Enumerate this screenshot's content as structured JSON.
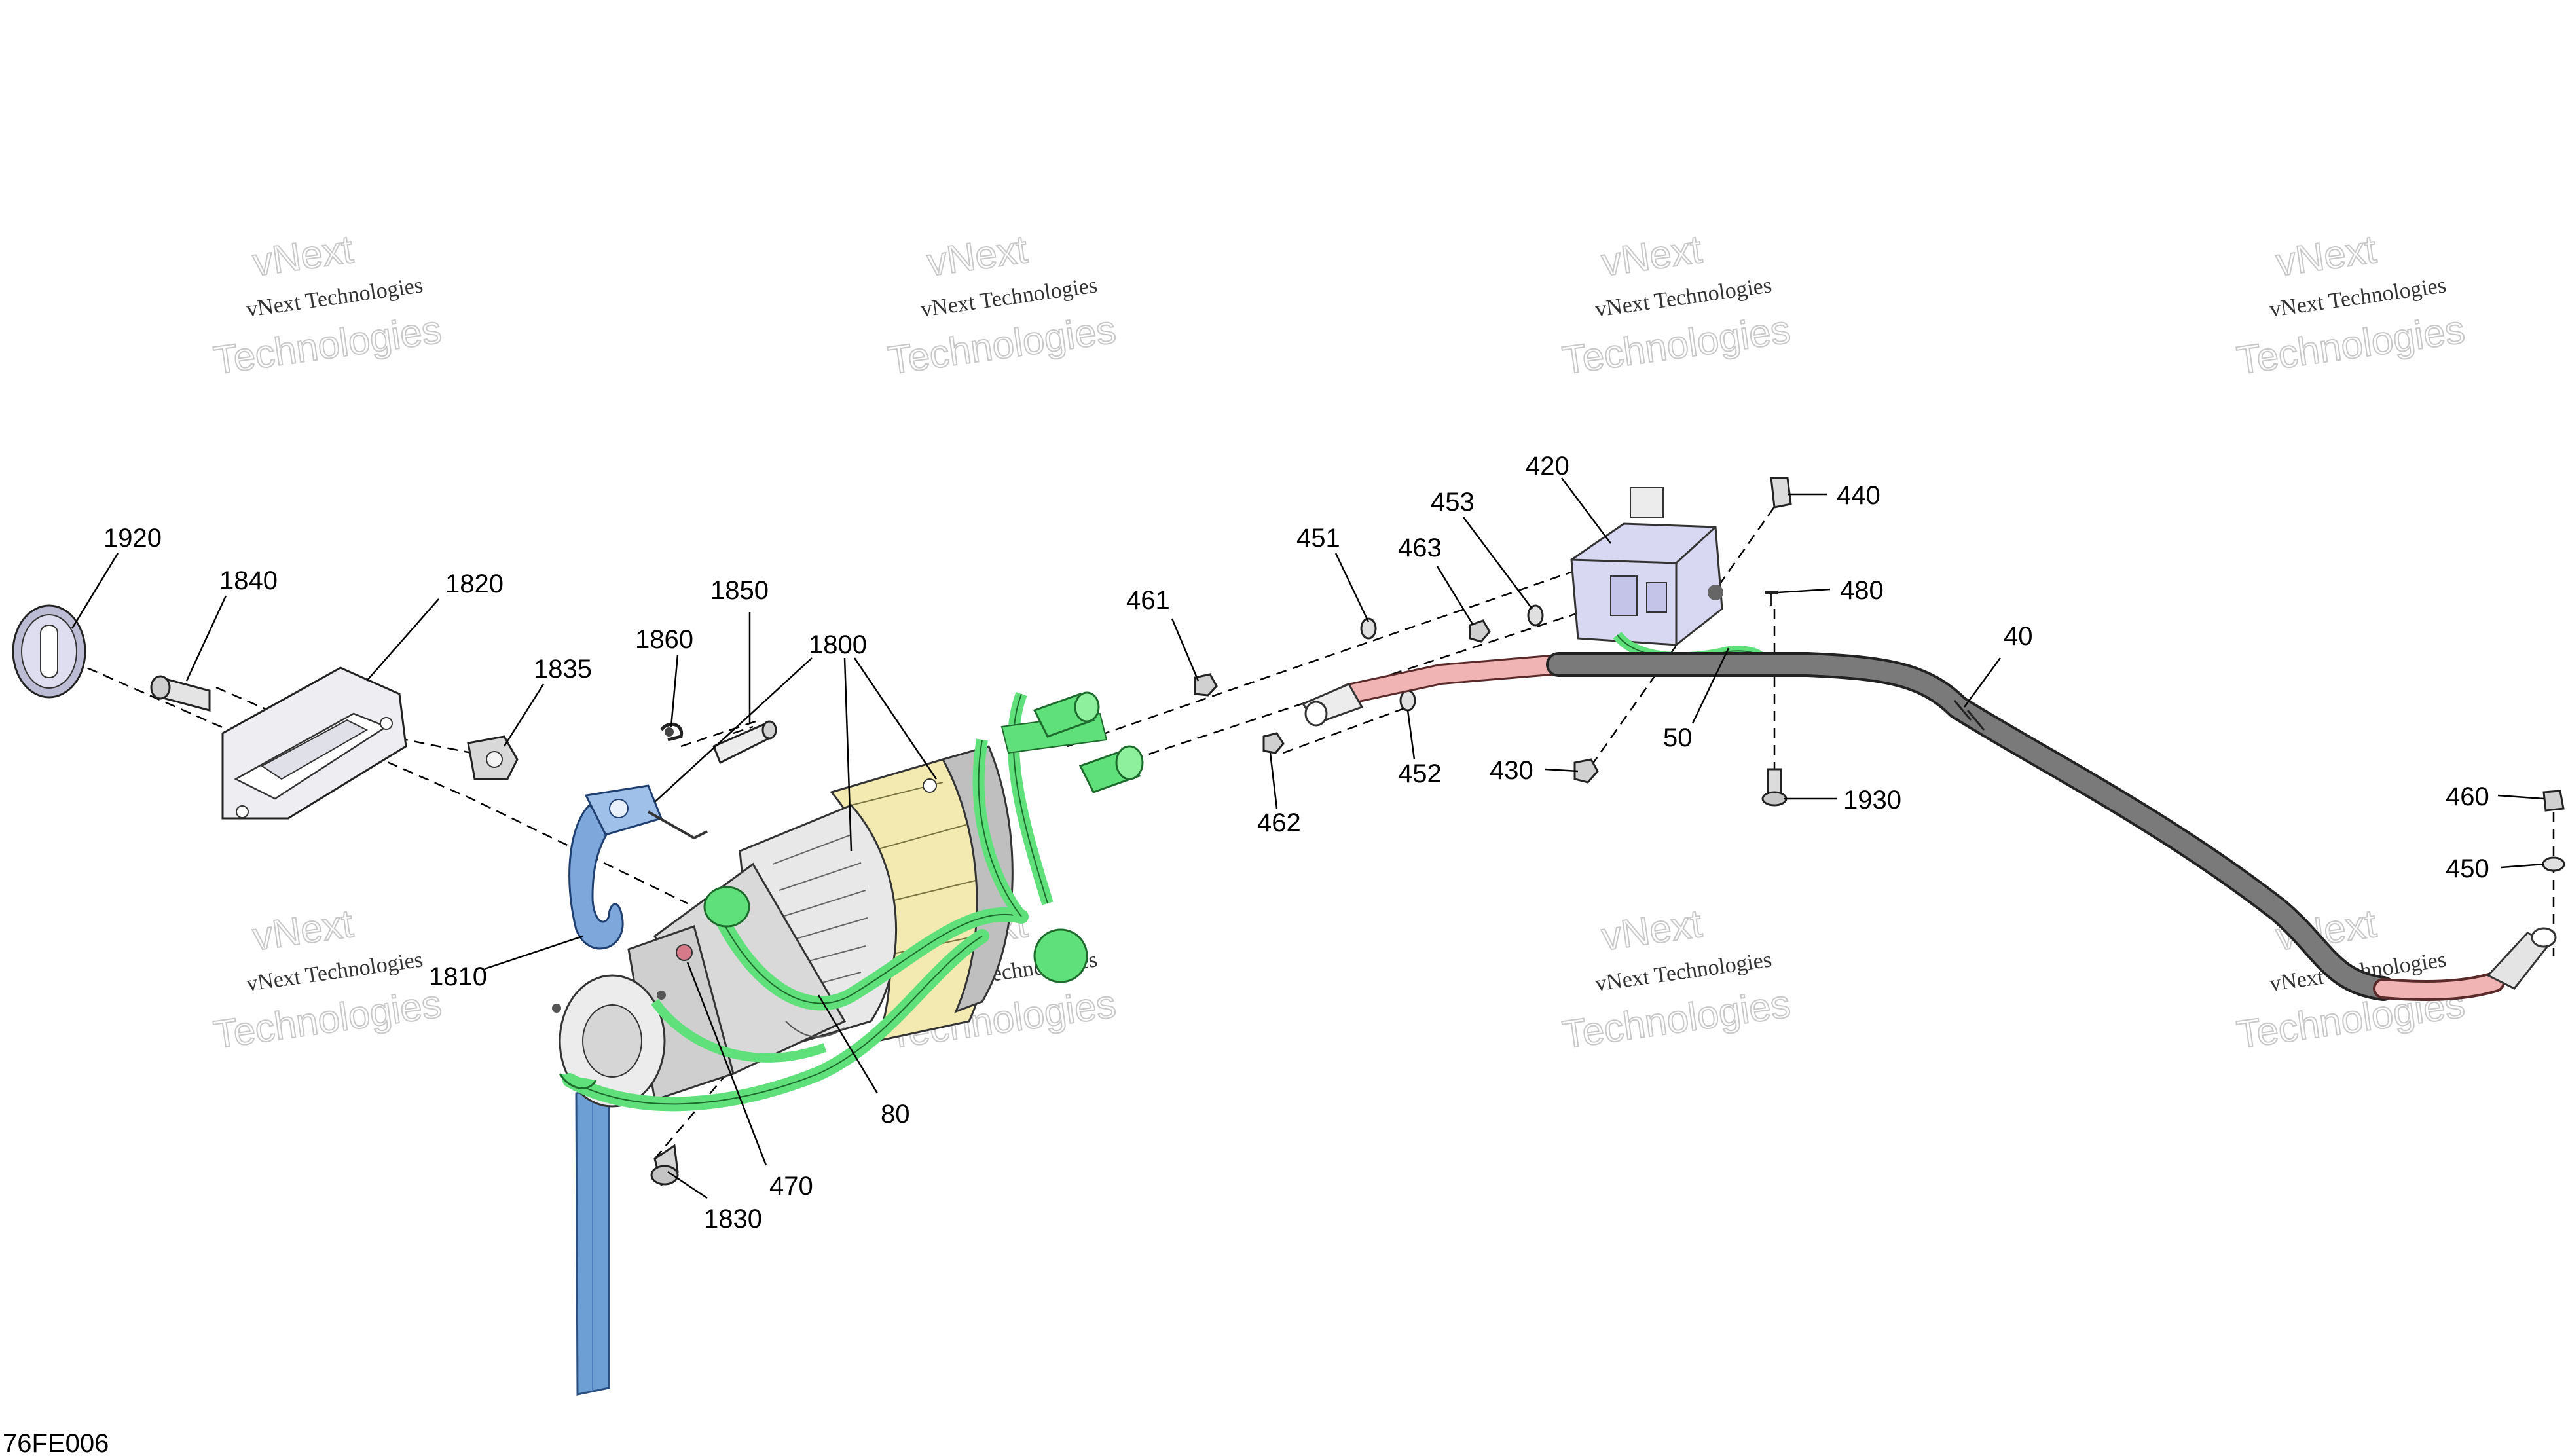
{
  "diagram_code": "76FE006",
  "watermark": {
    "line1": "vNext Technologies",
    "line2": "Technologies",
    "ghost": "vNext"
  },
  "callouts": {
    "p1920": "1920",
    "p1840": "1840",
    "p1820": "1820",
    "p1835": "1835",
    "p1860": "1860",
    "p1850": "1850",
    "p1800": "1800",
    "p1810": "1810",
    "p1830": "1830",
    "p470": "470",
    "p80": "80",
    "p461": "461",
    "p451": "451",
    "p463": "463",
    "p453": "453",
    "p420": "420",
    "p440": "440",
    "p480": "480",
    "p40": "40",
    "p50": "50",
    "p430": "430",
    "p452": "452",
    "p462": "462",
    "p1930": "1930",
    "p460": "460",
    "p450": "450"
  },
  "colors": {
    "harness_green": "#5fe07a",
    "cable_red": "#f0b4b4",
    "cable_gray": "#7a7a7a",
    "strap_blue": "#6e9fd4",
    "hook_blue": "#7ea8dc",
    "drum_yellow": "#f2eab0",
    "motor_gray": "#d9d9d9",
    "relay_lilac": "#d8d8f2",
    "plate_gray": "#e8e8ec"
  }
}
